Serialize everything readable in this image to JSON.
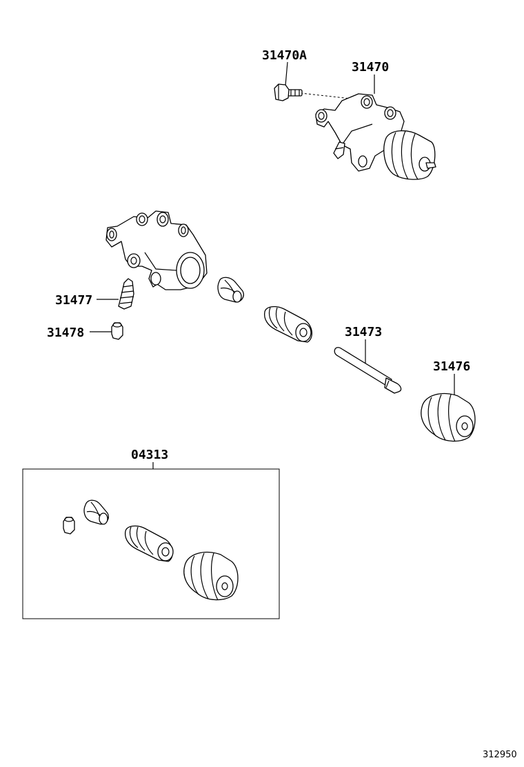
{
  "labels": {
    "p31470A": "31470A",
    "p31470": "31470",
    "p31477": "31477",
    "p31478": "31478",
    "p31473": "31473",
    "p31476": "31476",
    "p04313": "04313"
  },
  "ref_number": "312950"
}
